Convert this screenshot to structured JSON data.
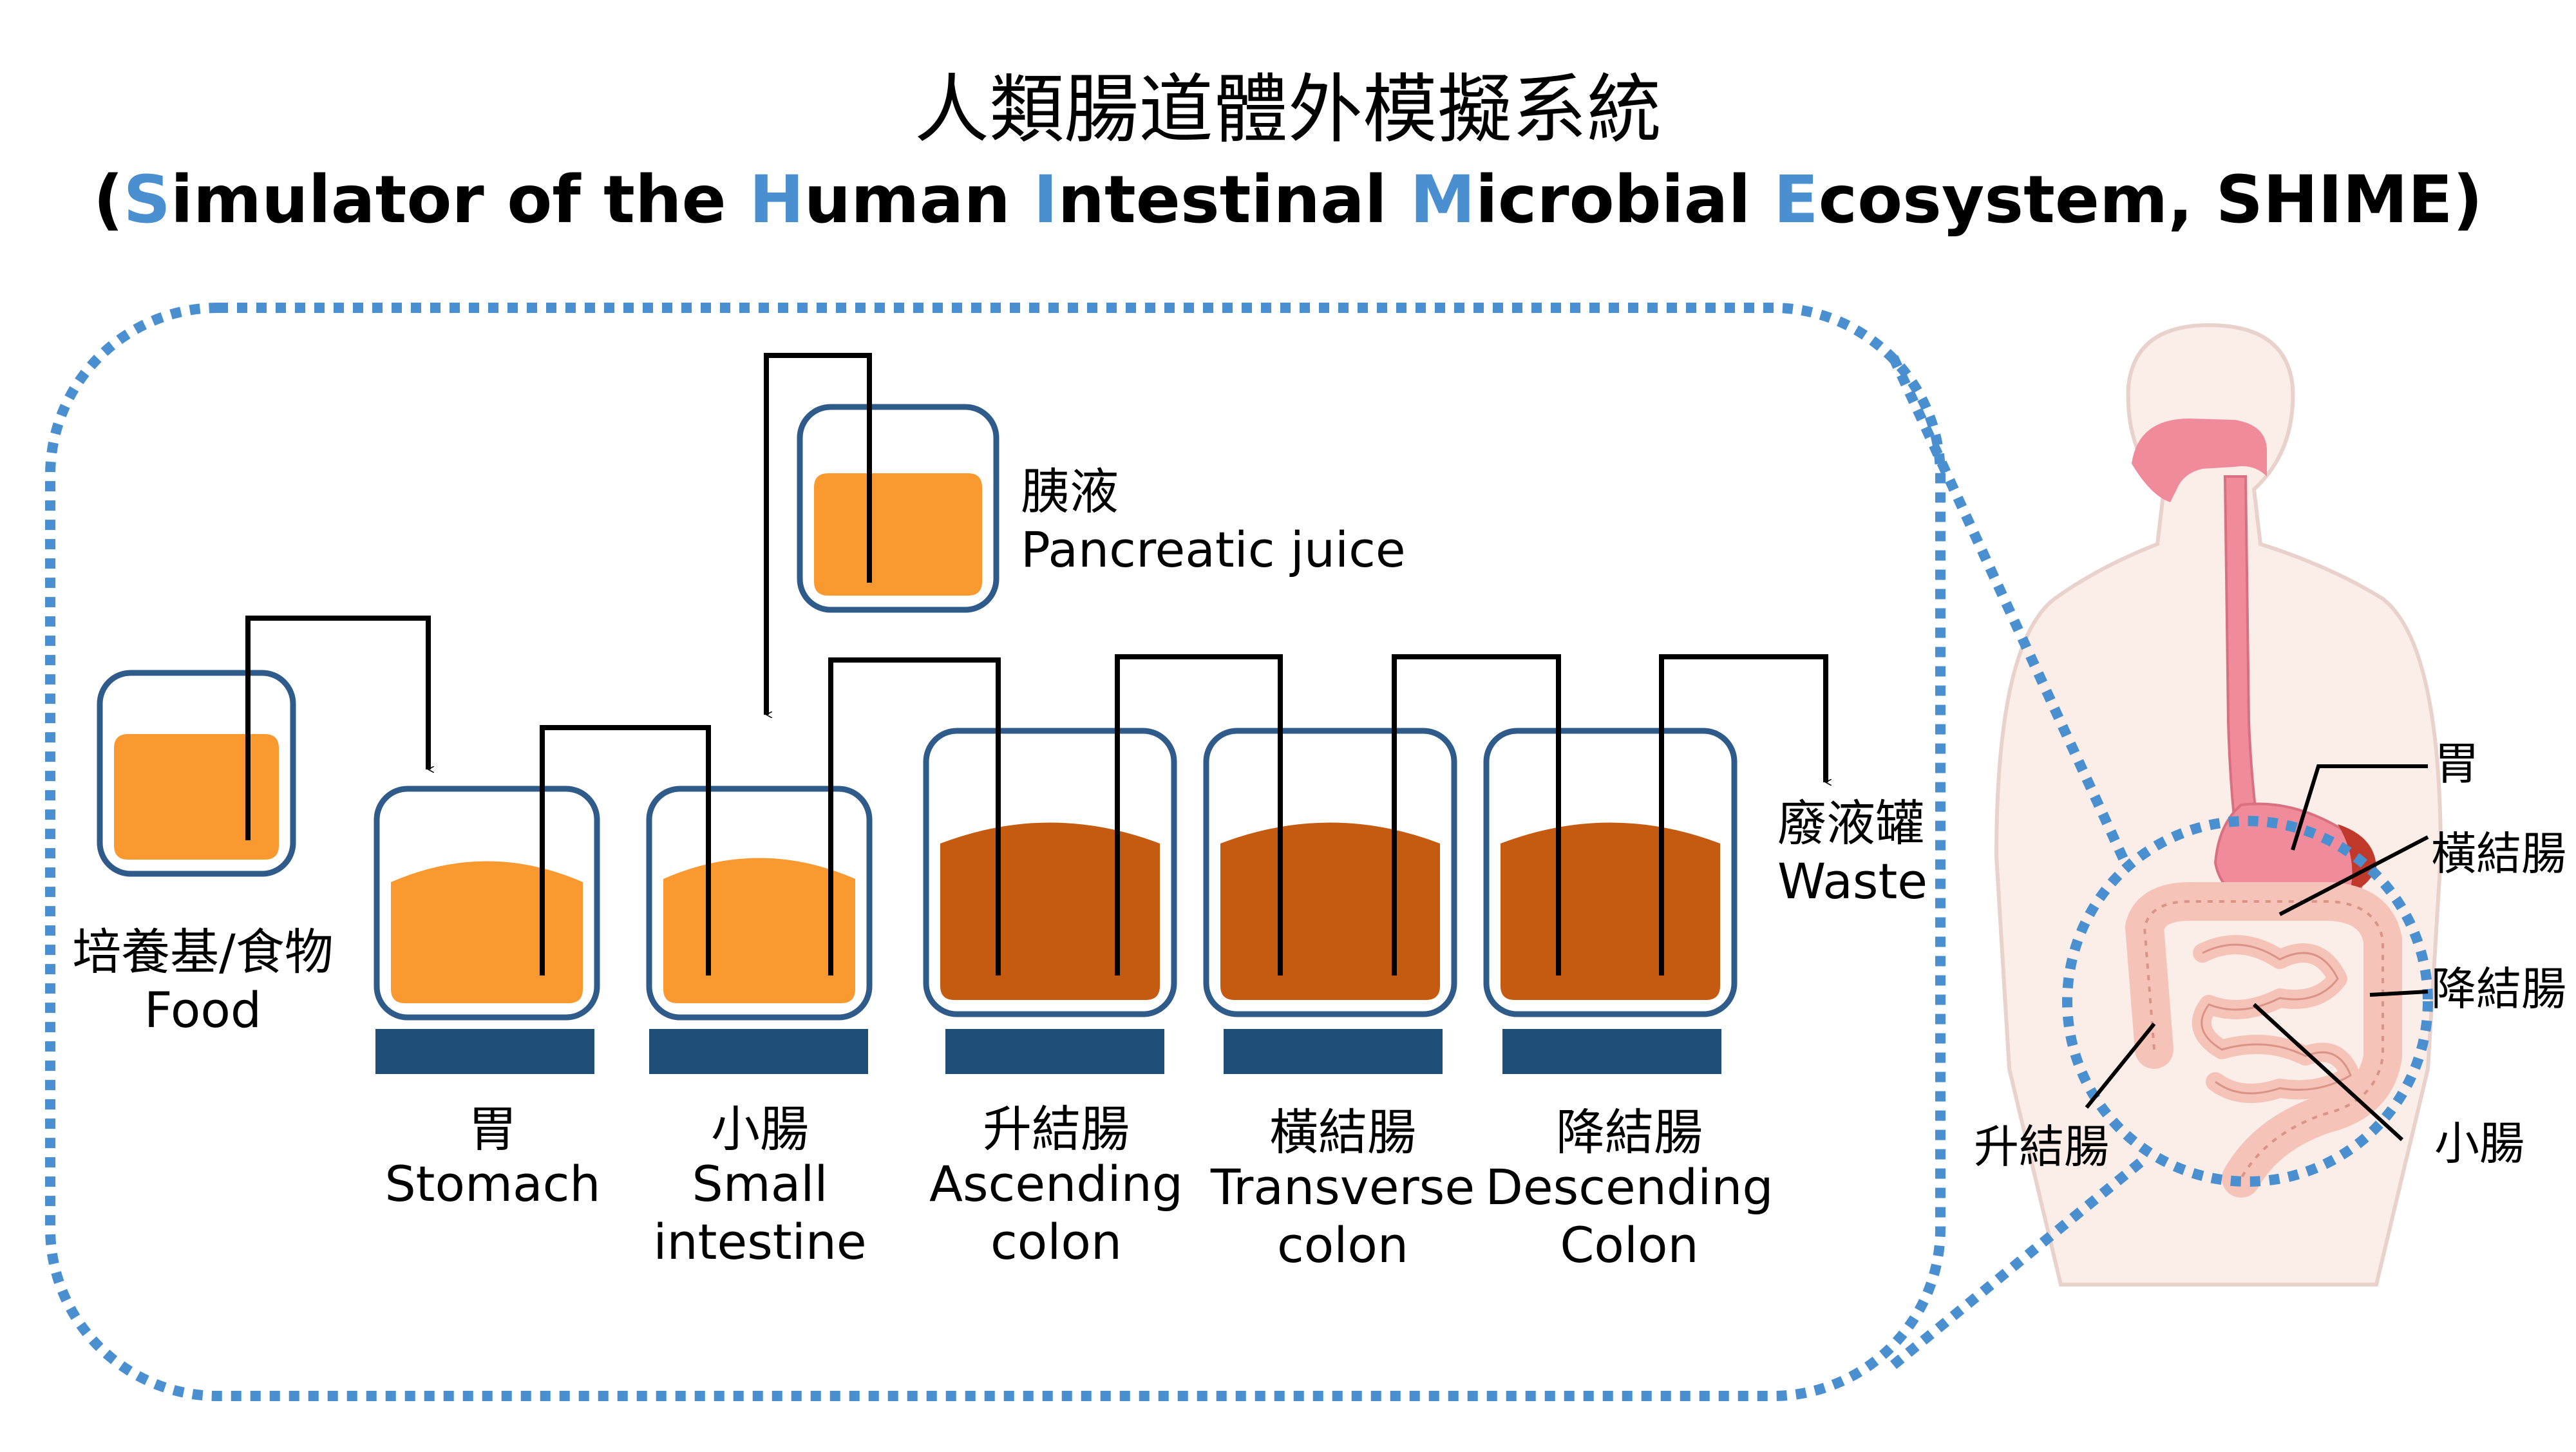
{
  "title": {
    "chinese": "人類腸道體外模擬系統",
    "english": [
      {
        "t": "(",
        "hl": false
      },
      {
        "t": "S",
        "hl": true
      },
      {
        "t": "imulator of the ",
        "hl": false
      },
      {
        "t": "H",
        "hl": true
      },
      {
        "t": "uman ",
        "hl": false
      },
      {
        "t": "I",
        "hl": true
      },
      {
        "t": "ntestinal ",
        "hl": false
      },
      {
        "t": "M",
        "hl": true
      },
      {
        "t": "icrobial ",
        "hl": false
      },
      {
        "t": "E",
        "hl": true
      },
      {
        "t": "cosystem, SHIME)",
        "hl": false
      }
    ]
  },
  "colors": {
    "highlight": "#4a8fd0",
    "dotted_border": "#4a8fd0",
    "vessel_border": "#2e5b8a",
    "light_liquid": "#f9992f",
    "dark_liquid": "#c55a11",
    "stir_plate": "#1f4e79",
    "tube": "#000000",
    "esophagus": "#f08b9c",
    "stomach_dark": "#c0392b",
    "body_fill": "#fbeee9"
  },
  "vessels": {
    "food": [
      "培養基/食物",
      "Food"
    ],
    "pancreatic": [
      "胰液",
      "Pancreatic juice"
    ],
    "stomach": [
      "胃",
      "Stomach"
    ],
    "small_intestine": [
      "小腸",
      "Small",
      "intestine"
    ],
    "ascending": [
      "升結腸",
      "Ascending",
      "colon"
    ],
    "transverse": [
      "橫結腸",
      "Transverse",
      "colon"
    ],
    "descending": [
      "降結腸",
      "Descending",
      "Colon"
    ],
    "waste": [
      "廢液罐",
      "Waste"
    ]
  },
  "anatomy": {
    "stomach": "胃",
    "transverse": "橫結腸",
    "descending": "降結腸",
    "ascending": "升結腸",
    "small": "小腸"
  }
}
